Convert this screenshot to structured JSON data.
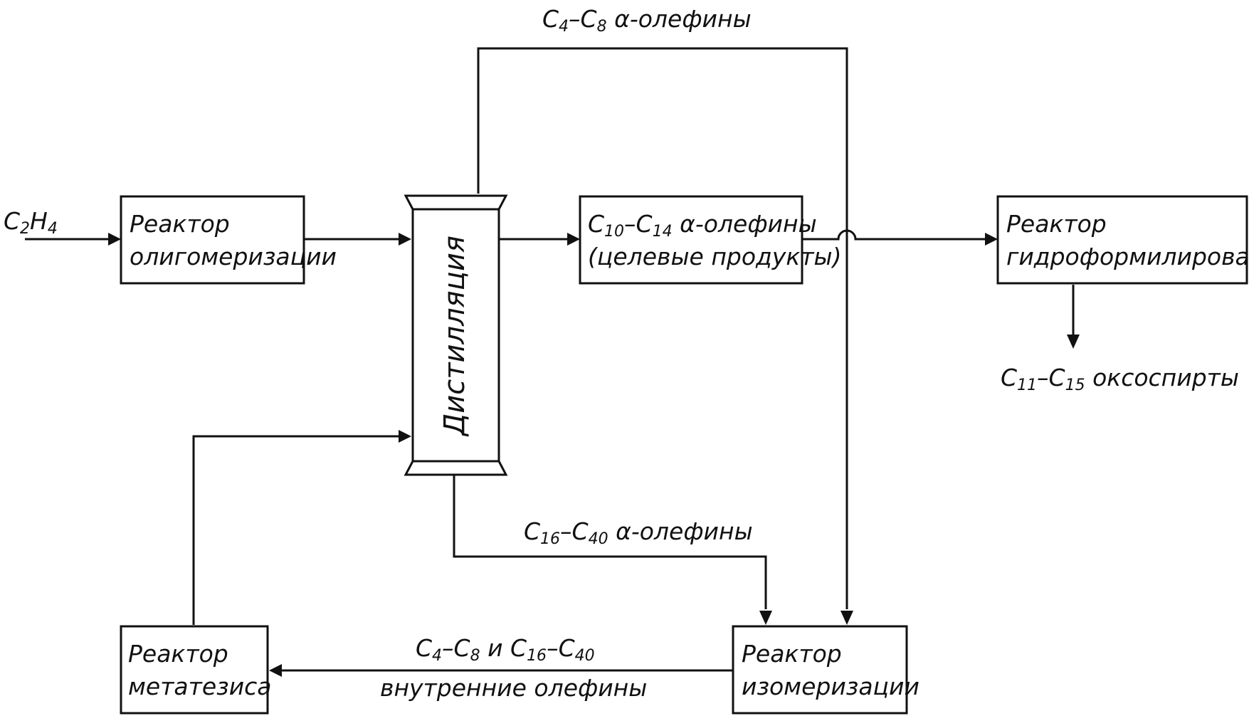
{
  "feed": {
    "c": "C",
    "sub1": "2",
    "h": "H",
    "sub2": "4"
  },
  "boxes": {
    "oligomerization": {
      "line1": "Реактор",
      "line2": "олигомеризации"
    },
    "distillation": {
      "label": "Дистилляция"
    },
    "target": {
      "line1_a": "C",
      "line1_sub1": "10",
      "line1_b": "–C",
      "line1_sub2": "14",
      "line1_c": " α-олефины",
      "line2": "(целевые продукты)"
    },
    "hydroformylation": {
      "line1": "Реактор",
      "line2": "гидроформилирования"
    },
    "metathesis": {
      "line1": "Реактор",
      "line2": "метатезиса"
    },
    "isomerization": {
      "line1": "Реактор",
      "line2": "изомеризации"
    }
  },
  "flows": {
    "top": {
      "a": "C",
      "s1": "4",
      "b": "–C",
      "s2": "8",
      "c": " α-олефины"
    },
    "oxo": {
      "a": "C",
      "s1": "11",
      "b": "–C",
      "s2": "15",
      "c": " оксоспирты"
    },
    "bottom": {
      "a": "C",
      "s1": "16",
      "b": "–C",
      "s2": "40",
      "c": " α-олефины"
    },
    "internal": {
      "a": "C",
      "s1": "4",
      "b": "–C",
      "s2": "8",
      "c": " и C",
      "s3": "16",
      "d": "–C",
      "s4": "40",
      "line2": "внутренние олефины"
    }
  },
  "colors": {
    "stroke": "#111111",
    "background": "#ffffff"
  }
}
